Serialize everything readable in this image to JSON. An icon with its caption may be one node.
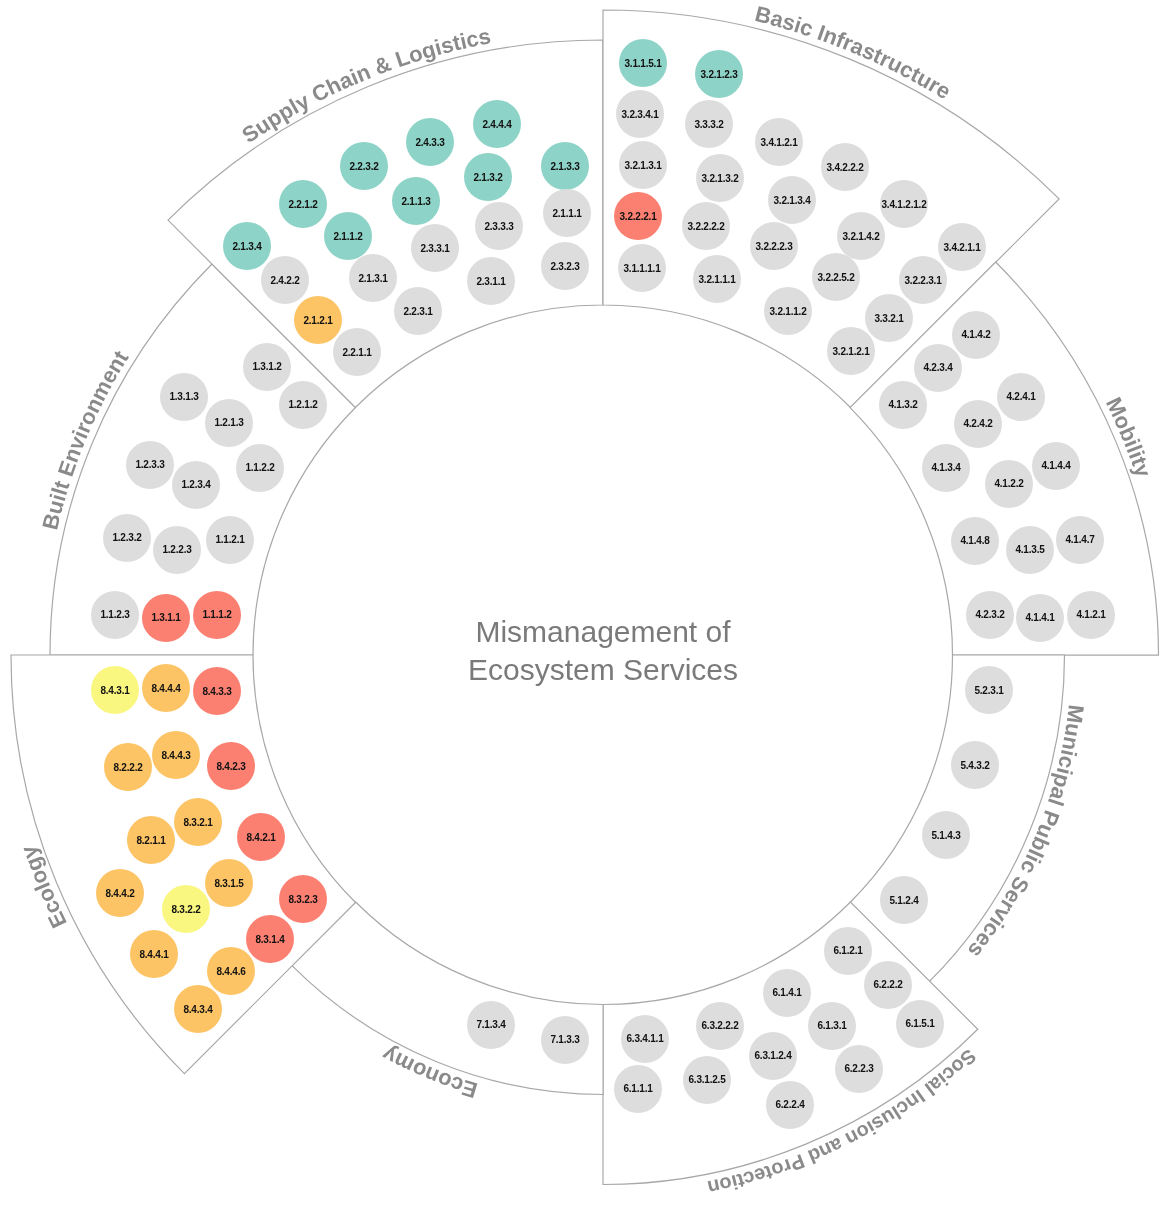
{
  "diagram": {
    "nodes": [
      {
        "text": [
          "Mismanagement of Ecosystem Services"
        ]
      },
      {
        "text": [
          "Built Environment"
        ]
      },
      {
        "text": [
          "1.3.1.2"
        ],
        "in": 1
      },
      {
        "text": [
          "1.3.1.3"
        ],
        "in": 1
      },
      {
        "text": [
          "1.2.1.2"
        ],
        "in": 1
      },
      {
        "text": [
          "1.2.1.3"
        ],
        "in": 1
      },
      {
        "text": [
          "1.2.3.3"
        ],
        "in": 1
      },
      {
        "text": [
          "1.2.3.4"
        ],
        "in": 1
      },
      {
        "text": [
          "1.1.2.2"
        ],
        "in": 1
      },
      {
        "text": [
          "1.2.3.2"
        ],
        "in": 1
      },
      {
        "text": [
          "1.2.2.3"
        ],
        "in": 1
      },
      {
        "text": [
          "1.1.2.1"
        ],
        "in": 1
      },
      {
        "text": [
          "1.1.2.3"
        ],
        "in": 1
      },
      {
        "text": [
          "1.3.1.1"
        ],
        "in": 1
      },
      {
        "text": [
          "1.1.1.2"
        ],
        "in": 1
      },
      {
        "text": [
          "Supply Chain & Logistics"
        ]
      },
      {
        "text": [
          "2.4.4.4"
        ],
        "in": 15
      },
      {
        "text": [
          "2.4.3.3"
        ],
        "in": 15
      },
      {
        "text": [
          "2.2.3.2"
        ],
        "in": 15
      },
      {
        "text": [
          "2.1.3.3"
        ],
        "in": 15
      },
      {
        "text": [
          "2.1.3.2"
        ],
        "in": 15
      },
      {
        "text": [
          "2.2.1.2"
        ],
        "in": 15
      },
      {
        "text": [
          "2.1.1.3"
        ],
        "in": 15
      },
      {
        "text": [
          "2.1.1.1"
        ],
        "in": 15
      },
      {
        "text": [
          "2.3.3.3"
        ],
        "in": 15
      },
      {
        "text": [
          "2.1.3.4"
        ],
        "in": 15
      },
      {
        "text": [
          "2.1.1.2"
        ],
        "in": 15
      },
      {
        "text": [
          "2.3.3.1"
        ],
        "in": 15
      },
      {
        "text": [
          "2.3.2.3"
        ],
        "in": 15
      },
      {
        "text": [
          "2.4.2.2"
        ],
        "in": 15
      },
      {
        "text": [
          "2.1.3.1"
        ],
        "in": 15
      },
      {
        "text": [
          "2.3.1.1"
        ],
        "in": 15
      },
      {
        "text": [
          "2.2.3.1"
        ],
        "in": 15
      },
      {
        "text": [
          "2.1.2.1"
        ],
        "in": 15
      },
      {
        "text": [
          "2.2.1.1"
        ],
        "in": 15
      },
      {
        "text": [
          "Basic Infrastructure"
        ]
      },
      {
        "text": [
          "3.1.1.5.1"
        ],
        "in": 35
      },
      {
        "text": [
          "3.2.1.2.3"
        ],
        "in": 35
      },
      {
        "text": [
          "3.2.3.4.1"
        ],
        "in": 35
      },
      {
        "text": [
          "3.3.3.2"
        ],
        "in": 35
      },
      {
        "text": [
          "3.4.1.2.1"
        ],
        "in": 35
      },
      {
        "text": [
          "3.2.1.3.1"
        ],
        "in": 35
      },
      {
        "text": [
          "3.2.1.3.2"
        ],
        "in": 35
      },
      {
        "text": [
          "3.4.2.2.2"
        ],
        "in": 35
      },
      {
        "text": [
          "3.2.1.3.4"
        ],
        "in": 35
      },
      {
        "text": [
          "3.4.1.2.1.2"
        ],
        "in": 35
      },
      {
        "text": [
          "3.2.2.2.1"
        ],
        "in": 35
      },
      {
        "text": [
          "3.2.2.2.2"
        ],
        "in": 35
      },
      {
        "text": [
          "3.2.1.4.2"
        ],
        "in": 35
      },
      {
        "text": [
          "3.2.2.2.3"
        ],
        "in": 35
      },
      {
        "text": [
          "3.4.2.1.1"
        ],
        "in": 35
      },
      {
        "text": [
          "3.1.1.1.1"
        ],
        "in": 35
      },
      {
        "text": [
          "3.2.1.1.1"
        ],
        "in": 35
      },
      {
        "text": [
          "3.2.2.5.2"
        ],
        "in": 35
      },
      {
        "text": [
          "3.2.2.3.1"
        ],
        "in": 35
      },
      {
        "text": [
          "3.2.1.1.2"
        ],
        "in": 35
      },
      {
        "text": [
          "3.3.2.1"
        ],
        "in": 35
      },
      {
        "text": [
          "3.2.1.2.1"
        ],
        "in": 35
      },
      {
        "text": [
          "Mobility"
        ]
      },
      {
        "text": [
          "4.1.4.2"
        ],
        "in": 58
      },
      {
        "text": [
          "4.2.3.4"
        ],
        "in": 58
      },
      {
        "text": [
          "4.1.3.2"
        ],
        "in": 58
      },
      {
        "text": [
          "4.2.4.1"
        ],
        "in": 58
      },
      {
        "text": [
          "4.2.4.2"
        ],
        "in": 58
      },
      {
        "text": [
          "4.1.3.4"
        ],
        "in": 58
      },
      {
        "text": [
          "4.1.4.4"
        ],
        "in": 58
      },
      {
        "text": [
          "4.1.2.2"
        ],
        "in": 58
      },
      {
        "text": [
          "4.1.4.8"
        ],
        "in": 58
      },
      {
        "text": [
          "4.1.3.5"
        ],
        "in": 58
      },
      {
        "text": [
          "4.1.4.7"
        ],
        "in": 58
      },
      {
        "text": [
          "4.2.3.2"
        ],
        "in": 58
      },
      {
        "text": [
          "4.1.4.1"
        ],
        "in": 58
      },
      {
        "text": [
          "4.1.2.1"
        ],
        "in": 58
      },
      {
        "text": [
          "Municipal Public Services"
        ]
      },
      {
        "text": [
          "5.2.3.1"
        ],
        "in": 73
      },
      {
        "text": [
          "5.4.3.2"
        ],
        "in": 73
      },
      {
        "text": [
          "5.1.4.3"
        ],
        "in": 73
      },
      {
        "text": [
          "5.1.2.4"
        ],
        "in": 73
      },
      {
        "text": [
          "Social Inclusion and Protection"
        ]
      },
      {
        "text": [
          "6.1.2.1"
        ],
        "in": 78
      },
      {
        "text": [
          "6.2.2.2"
        ],
        "in": 78
      },
      {
        "text": [
          "6.1.4.1"
        ],
        "in": 78
      },
      {
        "text": [
          "6.1.3.1"
        ],
        "in": 78
      },
      {
        "text": [
          "6.1.5.1"
        ],
        "in": 78
      },
      {
        "text": [
          "6.3.2.2.2"
        ],
        "in": 78
      },
      {
        "text": [
          "6.3.4.1.1"
        ],
        "in": 78
      },
      {
        "text": [
          "6.3.1.2.4"
        ],
        "in": 78
      },
      {
        "text": [
          "6.2.2.3"
        ],
        "in": 78
      },
      {
        "text": [
          "6.1.1.1"
        ],
        "in": 78
      },
      {
        "text": [
          "6.3.1.2.5"
        ],
        "in": 78
      },
      {
        "text": [
          "6.2.2.4"
        ],
        "in": 78
      },
      {
        "text": [
          "Economy"
        ]
      },
      {
        "text": [
          "7.1.3.4"
        ],
        "in": 91
      },
      {
        "text": [
          "7.1.3.3"
        ],
        "in": 91
      },
      {
        "text": [
          "Ecology"
        ]
      },
      {
        "text": [
          "8.4.3.1"
        ],
        "in": 94
      },
      {
        "text": [
          "8.4.4.4"
        ],
        "in": 94
      },
      {
        "text": [
          "8.4.3.3"
        ],
        "in": 94
      },
      {
        "text": [
          "8.4.4.3"
        ],
        "in": 94
      },
      {
        "text": [
          "8.2.2.2"
        ],
        "in": 94
      },
      {
        "text": [
          "8.4.2.3"
        ],
        "in": 94
      },
      {
        "text": [
          "8.3.2.1"
        ],
        "in": 94
      },
      {
        "text": [
          "8.2.1.1"
        ],
        "in": 94
      },
      {
        "text": [
          "8.4.2.1"
        ],
        "in": 94
      },
      {
        "text": [
          "8.3.1.5"
        ],
        "in": 94
      },
      {
        "text": [
          "8.4.4.2"
        ],
        "in": 94
      },
      {
        "text": [
          "8.3.2.3"
        ],
        "in": 94
      },
      {
        "text": [
          "8.3.2.2"
        ],
        "in": 94
      },
      {
        "text": [
          "8.3.1.4"
        ],
        "in": 94
      },
      {
        "text": [
          "8.4.4.1"
        ],
        "in": 94
      },
      {
        "text": [
          "8.4.4.6"
        ],
        "in": 94
      },
      {
        "text": [
          "8.4.3.4"
        ],
        "in": 94
      }
    ]
  }
}
